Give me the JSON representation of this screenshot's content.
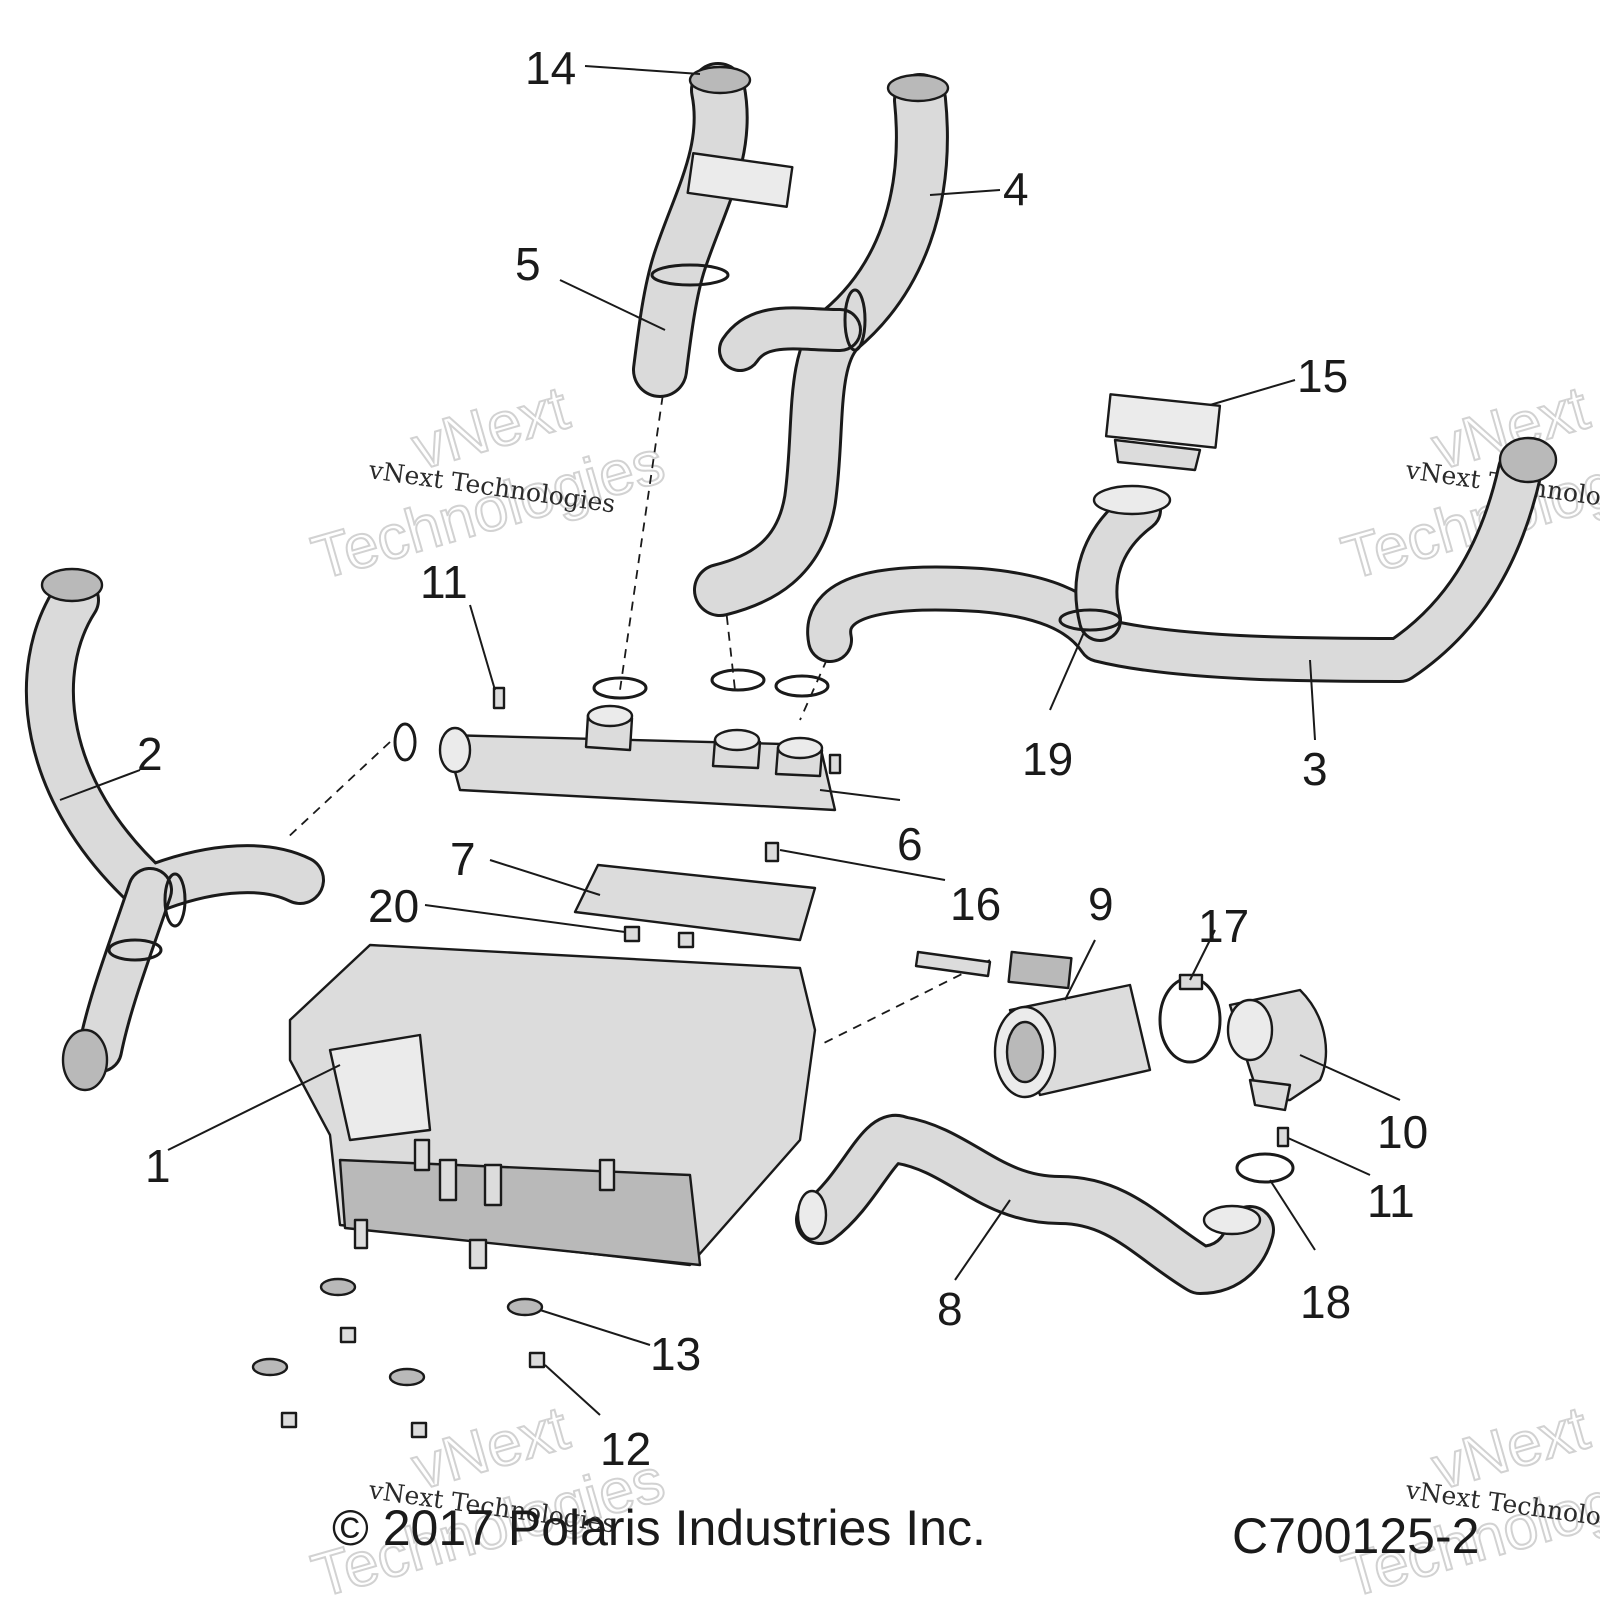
{
  "diagram": {
    "callouts": [
      "1",
      "2",
      "3",
      "4",
      "5",
      "6",
      "7",
      "8",
      "9",
      "10",
      "11",
      "11",
      "12",
      "13",
      "14",
      "15",
      "16",
      "17",
      "18",
      "19",
      "20"
    ],
    "watermark_text": "vNext Technologies",
    "watermark_big_1": "vNext",
    "watermark_big_2": "Technologies",
    "copyright": "© 2017 Polaris Industries Inc.",
    "drawing_id": "C700125-2"
  }
}
